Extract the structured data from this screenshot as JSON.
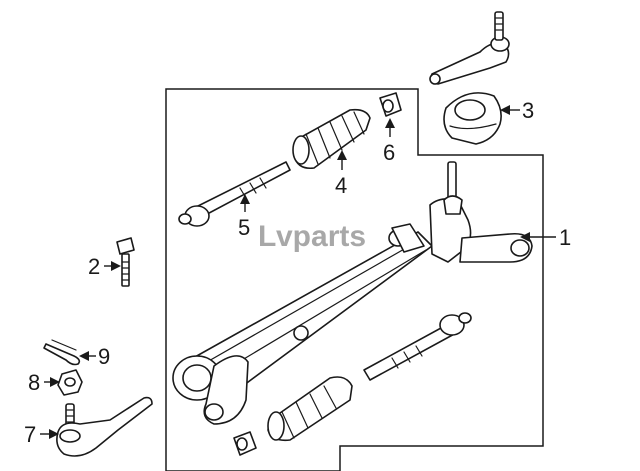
{
  "watermark": {
    "text": "vparts",
    "logo_letter": "L"
  },
  "callouts": [
    {
      "id": "1",
      "label": "1"
    },
    {
      "id": "2",
      "label": "2"
    },
    {
      "id": "3",
      "label": "3"
    },
    {
      "id": "4",
      "label": "4"
    },
    {
      "id": "5",
      "label": "5"
    },
    {
      "id": "6",
      "label": "6"
    },
    {
      "id": "7",
      "label": "7"
    },
    {
      "id": "8",
      "label": "8"
    },
    {
      "id": "9",
      "label": "9"
    }
  ]
}
